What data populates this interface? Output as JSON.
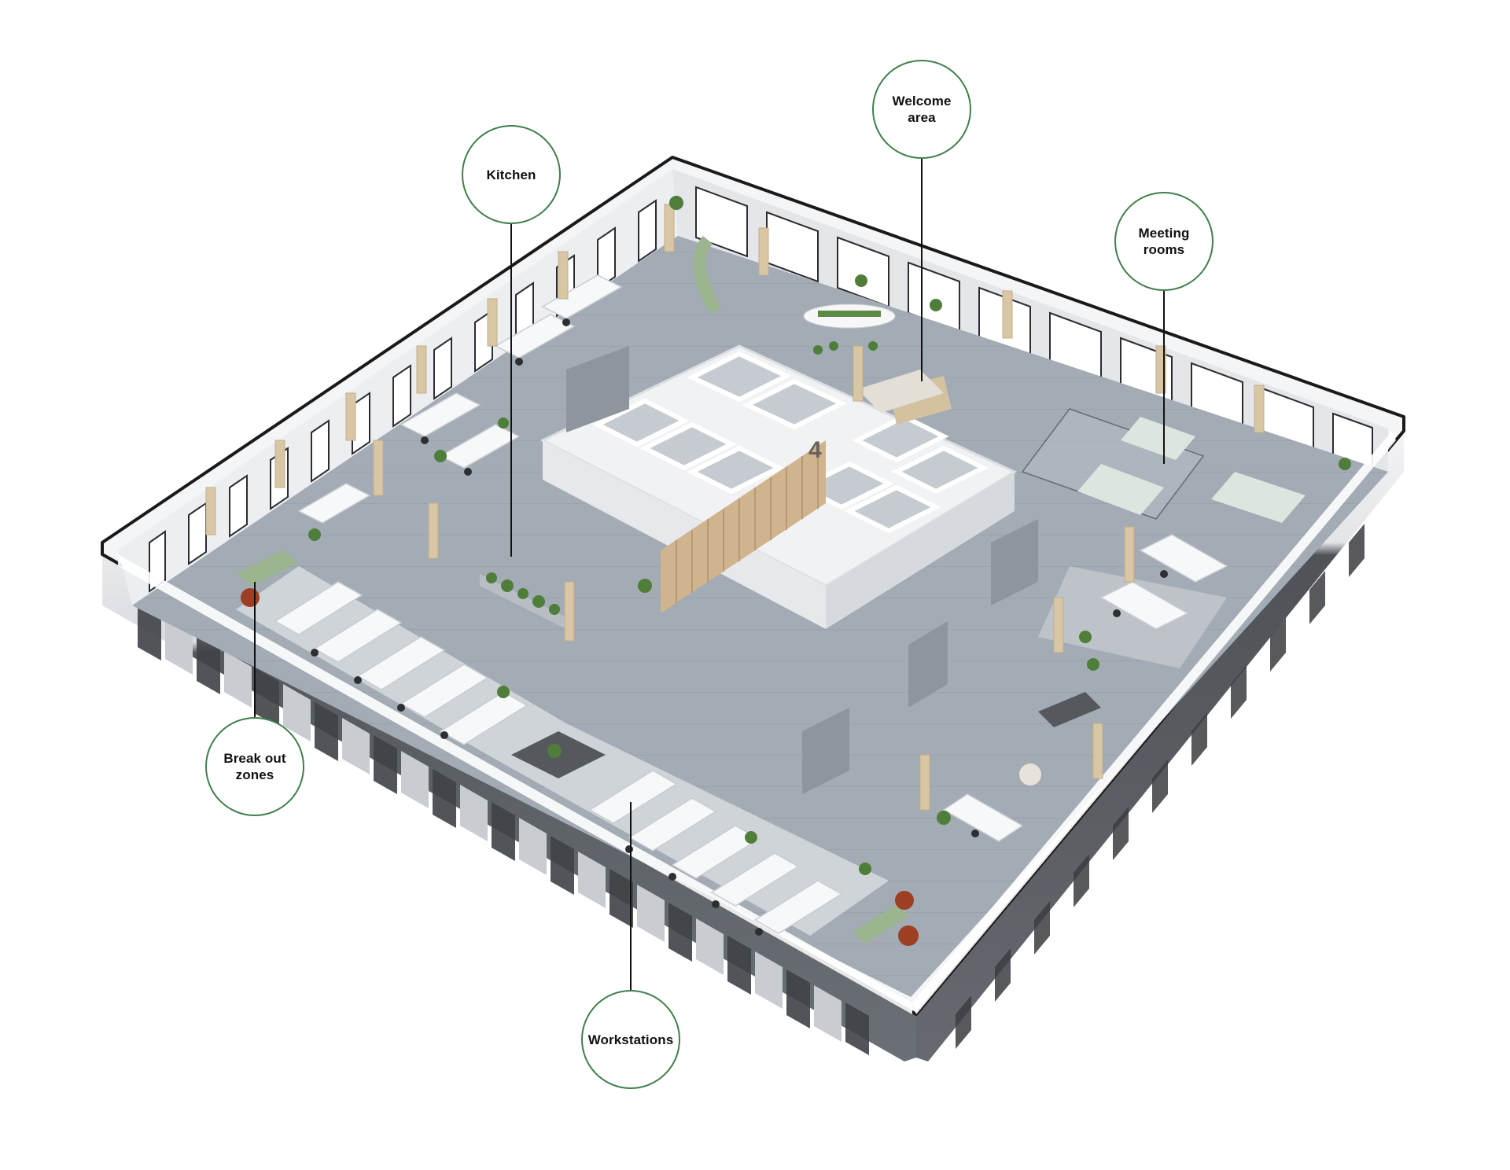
{
  "diagram": {
    "type": "isometric office floor plan",
    "floor_number_sign": "4",
    "colors": {
      "callout_border": "#3f7f4a",
      "leader_line": "#111111",
      "label_text": "#111111",
      "floor": "#9aa3ad",
      "facade": "#5d6166",
      "inner_wall": "#eef0f3",
      "timber": "#d9c6a5",
      "plant": "#4f7d3a",
      "sofa_green": "#9bb58e",
      "accent_terracotta": "#9c3f22"
    },
    "callouts": [
      {
        "id": "kitchen",
        "label": "Kitchen"
      },
      {
        "id": "welcome",
        "label": "Welcome\narea"
      },
      {
        "id": "meeting",
        "label": "Meeting\nrooms"
      },
      {
        "id": "breakout",
        "label": "Break out\nzones"
      },
      {
        "id": "workstations",
        "label": "Workstations"
      }
    ]
  }
}
